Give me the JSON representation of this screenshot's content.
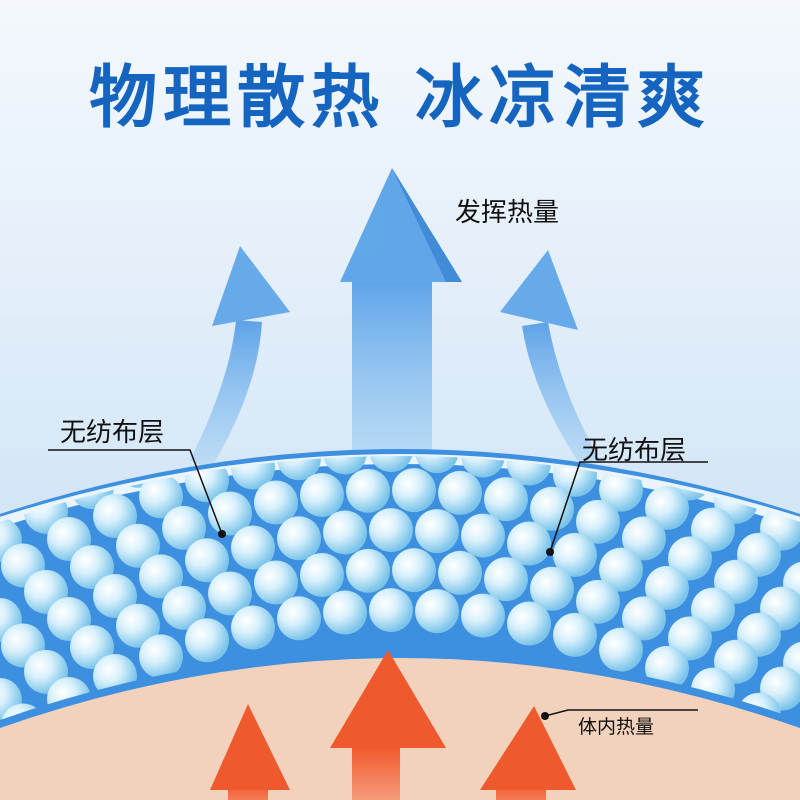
{
  "title": "物理散热 冰凉清爽",
  "labels": {
    "release_heat": "发挥热量",
    "nonwoven_left": "无纺布层",
    "nonwoven_right": "无纺布层",
    "body_heat": "体内热量"
  },
  "colors": {
    "title": "#1565c0",
    "cool_arrow": "#5aa3e8",
    "warm_arrow": "#ee5a2e",
    "layer": "#3d8fe0",
    "skin": "#f3d3bf"
  }
}
